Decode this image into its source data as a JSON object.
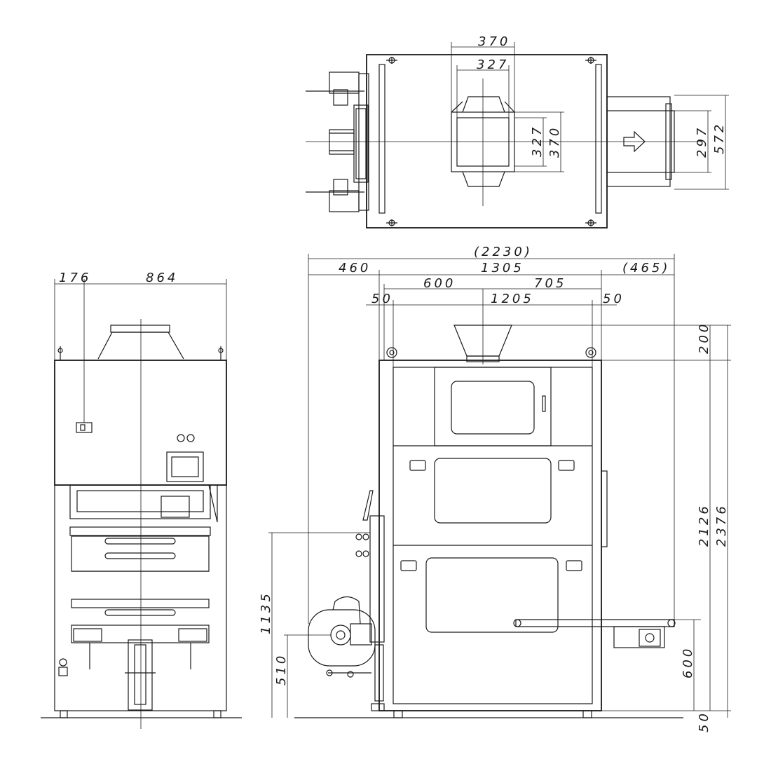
{
  "dimensions": {
    "top_view": {
      "hopper_outer_width": "370",
      "hopper_inner_width": "327",
      "hopper_inner_height": "327",
      "hopper_outer_height": "370",
      "conveyor_width": "297",
      "conveyor_outer": "572"
    },
    "side_view": {
      "left_offset": "176",
      "body_depth": "864"
    },
    "front_view": {
      "overall_width": "(2230)",
      "left_extension": "460",
      "body_width": "1305",
      "right_extension": "(465)",
      "left_to_center": "600",
      "center_to_right": "705",
      "left_margin": "50",
      "inner_width": "1205",
      "right_margin": "50",
      "hopper_height": "200",
      "body_height": "2126",
      "overall_height": "2376",
      "reel_axis_height": "1135",
      "reel_base_height": "510",
      "conveyor_height": "600",
      "foot_height": "50"
    }
  }
}
